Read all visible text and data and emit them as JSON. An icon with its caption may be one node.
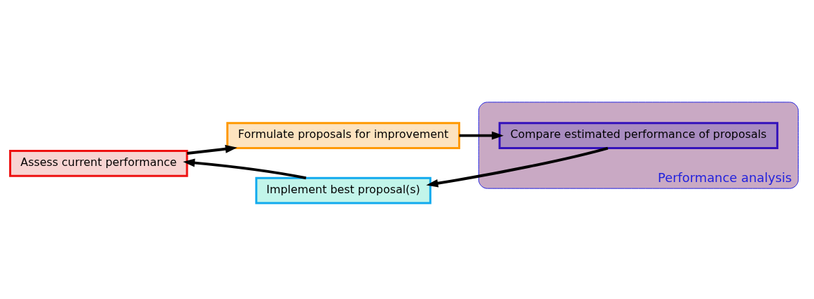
{
  "diagram": {
    "nodes": [
      {
        "text": [
          "Assess current performance"
        ]
      },
      {
        "text": [
          "Formulate proposals for improvement"
        ]
      },
      {
        "text": [
          "Performance analysis"
        ]
      },
      {
        "text": [
          "Compare estimated performance of proposals"
        ],
        "in": 2
      },
      {
        "text": [
          "Implement best proposal(s)"
        ]
      }
    ],
    "edges": [
      {
        "from": 0,
        "to": 1,
        "arrow": "to"
      },
      {
        "from": 1,
        "to": 3,
        "arrow": "to"
      },
      {
        "from": 3,
        "to": 4,
        "arrow": "to"
      },
      {
        "from": 4,
        "to": 0,
        "arrow": "to"
      }
    ]
  }
}
